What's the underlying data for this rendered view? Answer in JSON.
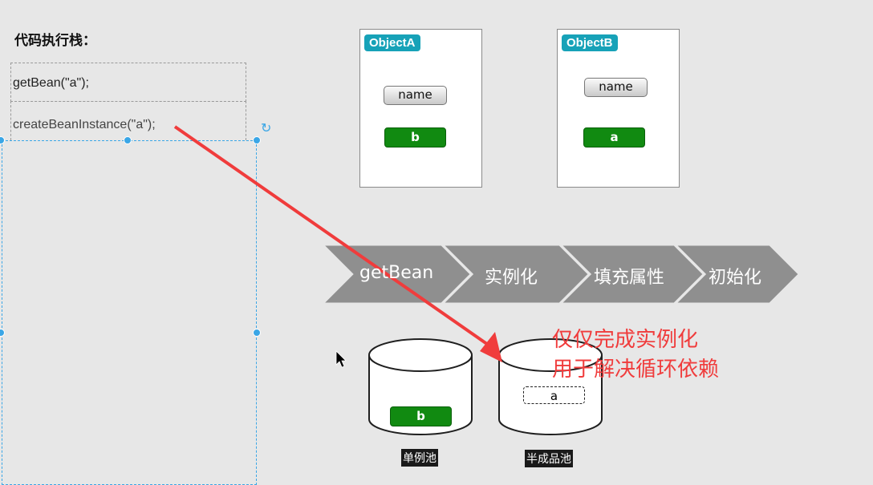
{
  "stack": {
    "title": "代码执行栈：",
    "frames": [
      "getBean(\"a\");",
      "createBeanInstance(\"a\");"
    ]
  },
  "objectA": {
    "tag": "ObjectA",
    "name_label": "name",
    "field_label": "b"
  },
  "objectB": {
    "tag": "ObjectB",
    "name_label": "name",
    "field_label": "a"
  },
  "lifecycle": [
    "getBean",
    "实例化",
    "填充属性",
    "初始化"
  ],
  "note": {
    "line1": "仅仅完成实例化",
    "line2": "用于解决循环依赖"
  },
  "pools": {
    "singleton": {
      "label": "单例池",
      "item": "b"
    },
    "early": {
      "label": "半成品池",
      "item": "a"
    }
  },
  "colors": {
    "tag": "#17a2b8",
    "green": "#118a11",
    "arrow": "#f03c3c",
    "chevron": "#8f8f8f",
    "selection": "#3aa6e6"
  }
}
